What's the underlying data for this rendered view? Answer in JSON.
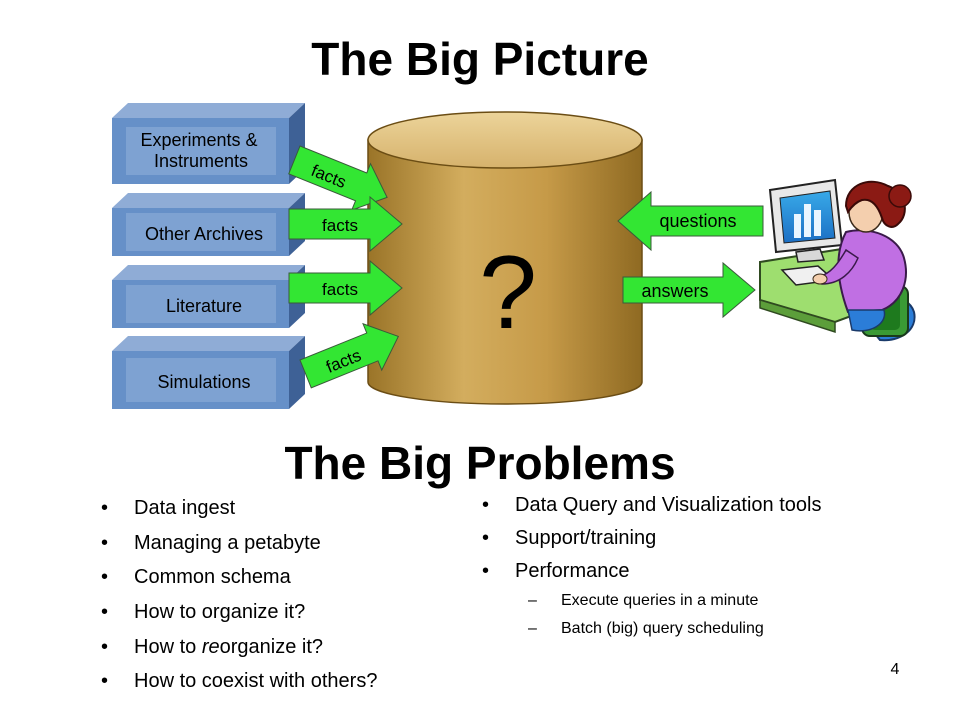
{
  "slide": {
    "title": "The Big Picture",
    "subtitle": "The Big Problems",
    "page_number": "4"
  },
  "diagram": {
    "sources": [
      {
        "line1": "Experiments &",
        "line2": "Instruments"
      },
      {
        "line1": "Other Archives"
      },
      {
        "line1": "Literature"
      },
      {
        "line1": "Simulations"
      }
    ],
    "fact_arrows": [
      "facts",
      "facts",
      "facts",
      "facts"
    ],
    "store_label": "?",
    "questions_label": "questions",
    "answers_label": "answers",
    "colors": {
      "box_face": "#5b86bf",
      "box_top": "#7fa0cc",
      "box_side": "#3d5f8f",
      "cylinder": "#c9a050",
      "cylinder_top": "#dfc07a",
      "arrow_fill": "#2ee62e"
    }
  },
  "left_bullets": [
    {
      "pre": "Data ingest"
    },
    {
      "pre": "Managing a petabyte"
    },
    {
      "pre": "Common schema"
    },
    {
      "pre": "How to organize it?"
    },
    {
      "pre": "How to ",
      "em": "re",
      "post": "organize it?"
    },
    {
      "pre": "How to coexist with others?"
    }
  ],
  "right_bullets": {
    "items": [
      "Data Query and Visualization tools",
      "Support/training",
      "Performance"
    ],
    "subitems": [
      "Execute queries in a minute",
      "Batch (big) query scheduling"
    ]
  }
}
